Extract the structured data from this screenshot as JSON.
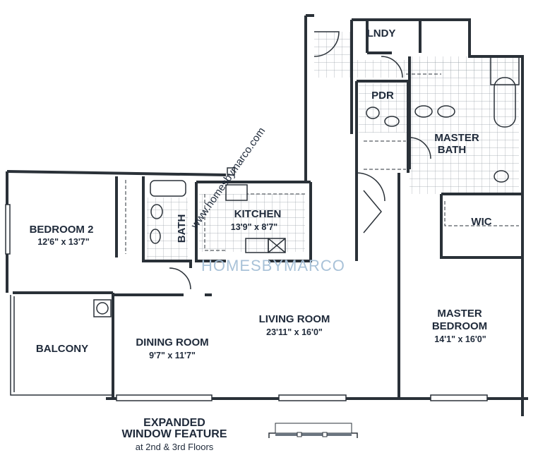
{
  "rooms": {
    "laundry": {
      "name": "LNDY"
    },
    "powder": {
      "name": "PDR"
    },
    "master_bath": {
      "name_line1": "MASTER",
      "name_line2": "BATH"
    },
    "bedroom2": {
      "name": "BEDROOM 2",
      "size": "12'6\" x 13'7\""
    },
    "bath": {
      "name": "BATH"
    },
    "kitchen": {
      "name": "KITCHEN",
      "size": "13'9\" x 8'7\""
    },
    "wic": {
      "name": "WIC"
    },
    "balcony": {
      "name": "BALCONY"
    },
    "dining": {
      "name": "DINING ROOM",
      "size": "9'7\" x 11'7\""
    },
    "living": {
      "name": "LIVING ROOM",
      "size": "23'11\" x 16'0\""
    },
    "master_bedroom": {
      "name_line1": "MASTER",
      "name_line2": "BEDROOM",
      "size": "14'1\" x 16'0\""
    }
  },
  "feature_note": {
    "line1": "EXPANDED",
    "line2": "WINDOW FEATURE",
    "line3": "at 2nd & 3rd Floors"
  },
  "watermark": {
    "url": "www.homesbymarco.com",
    "brand": "HOMESBYMARCO"
  }
}
